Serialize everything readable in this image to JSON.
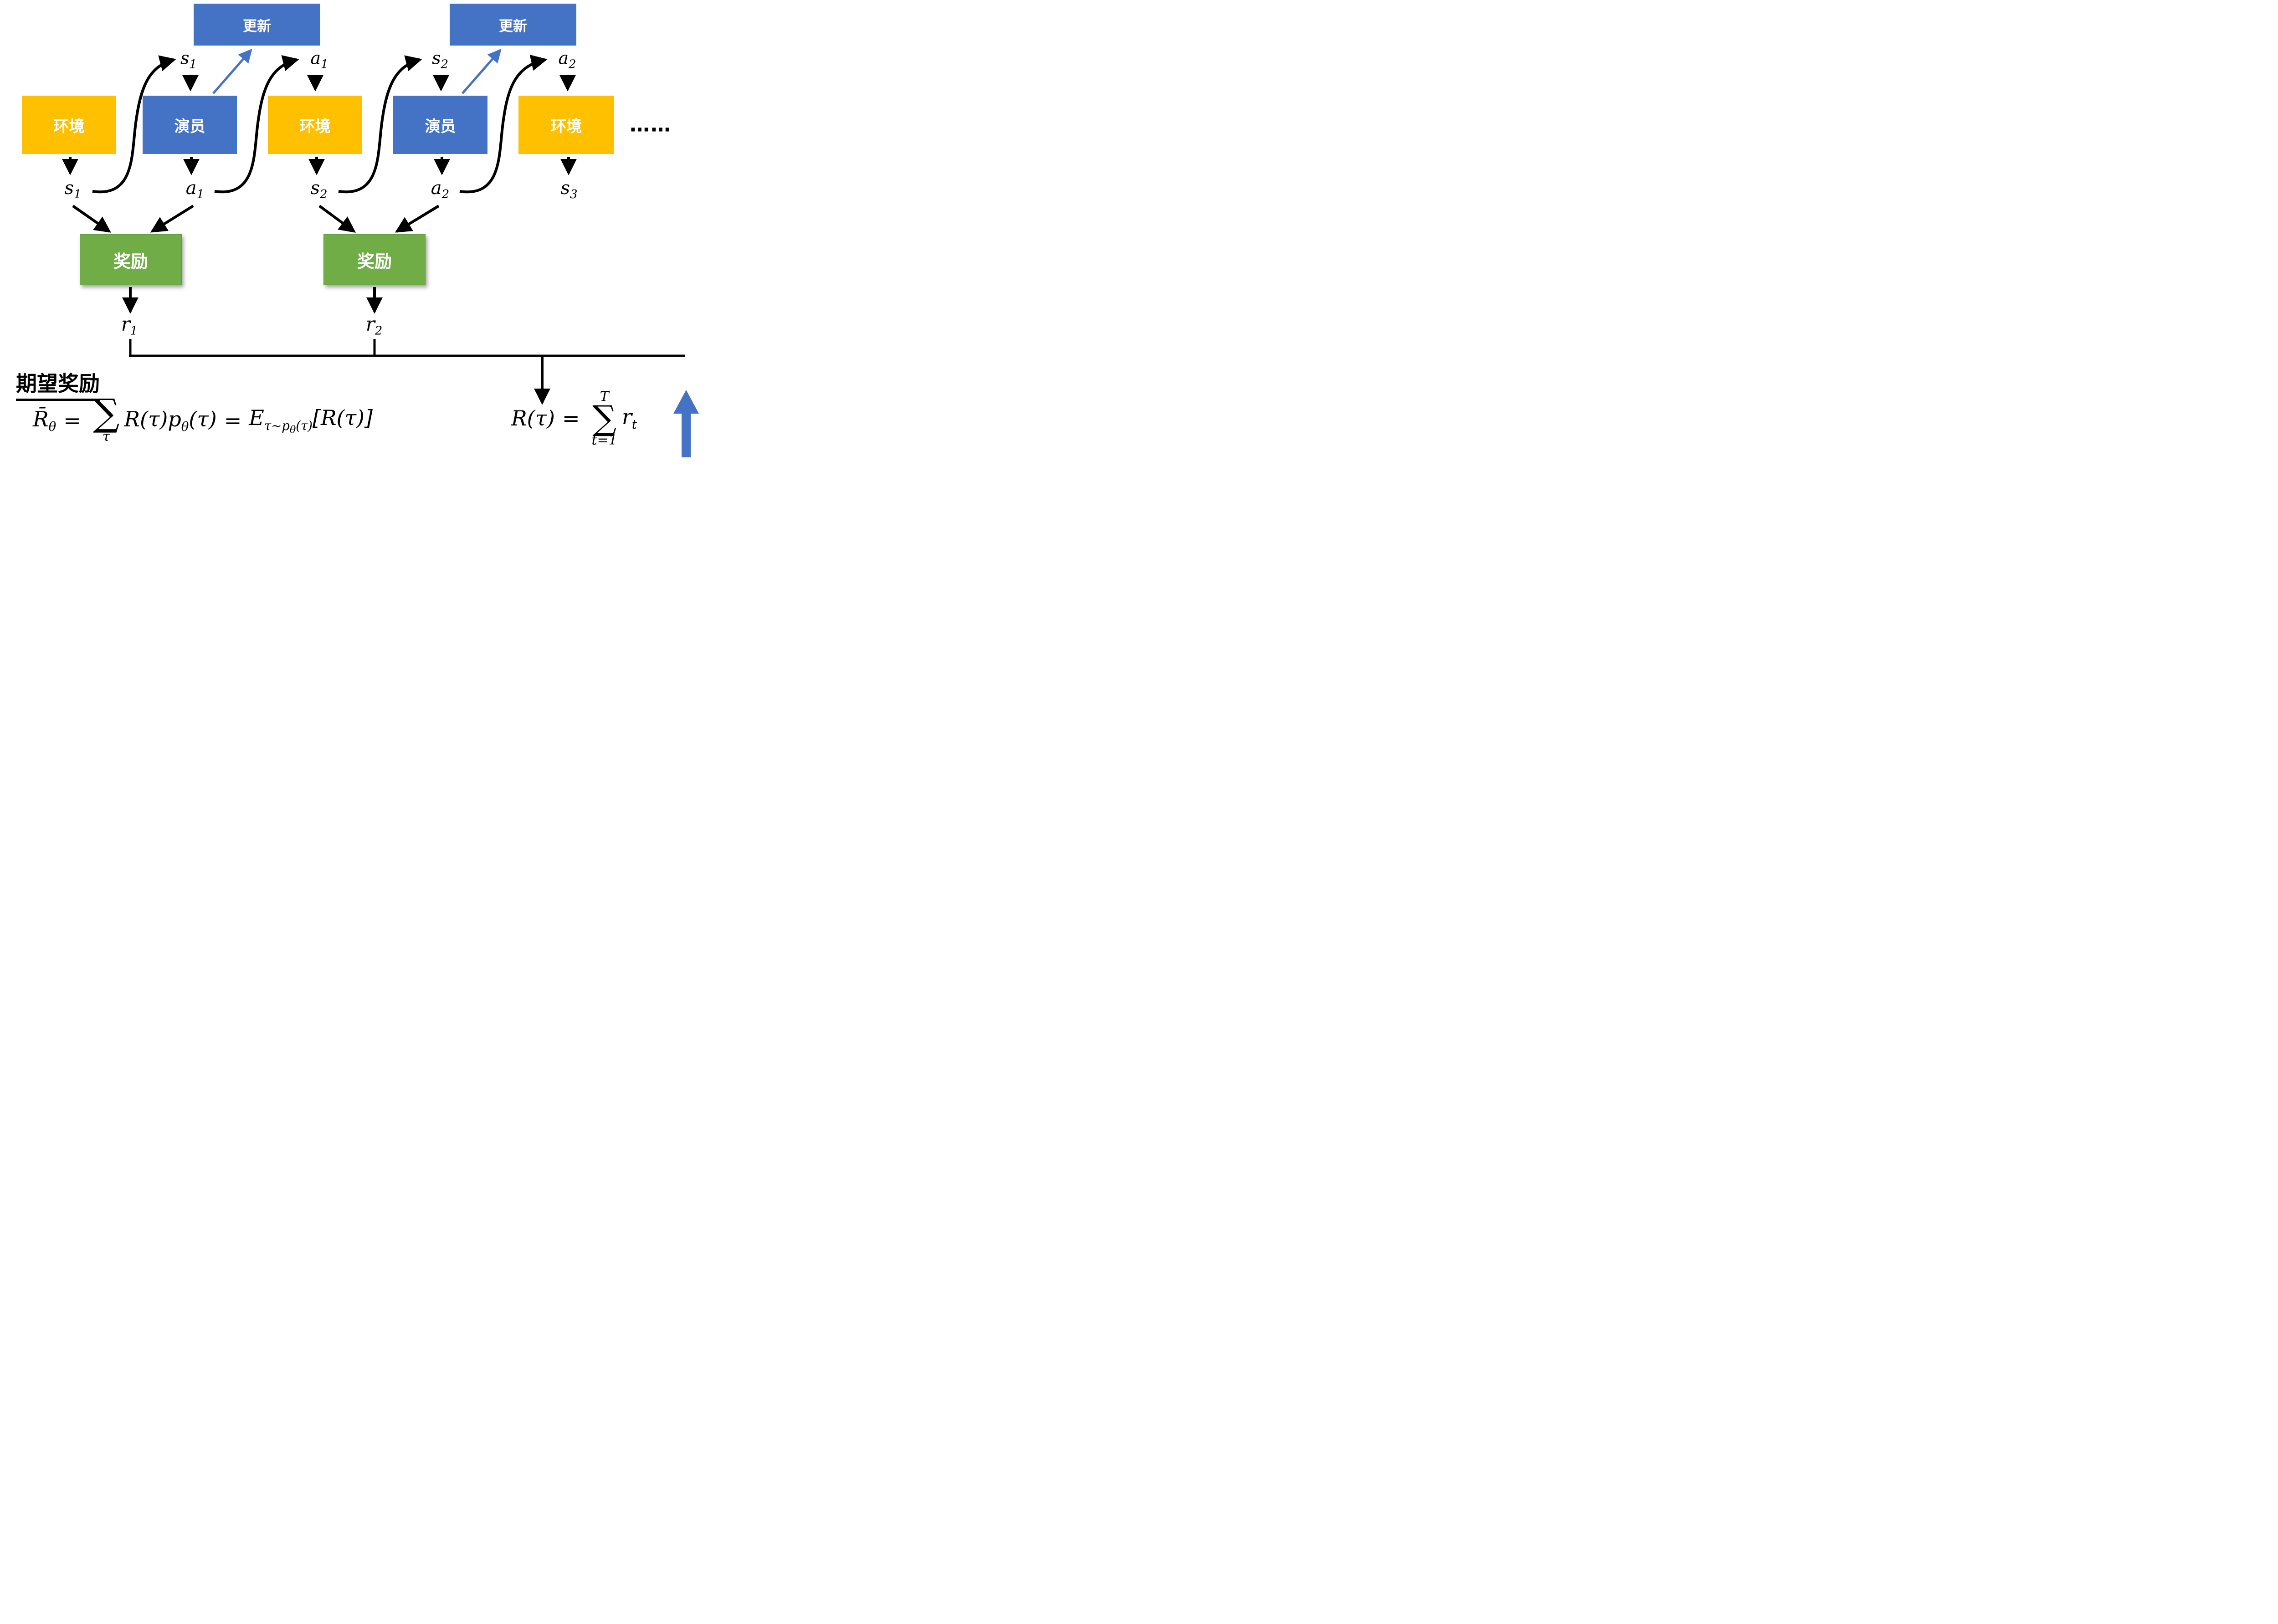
{
  "diagram": {
    "update_boxes": [
      {
        "label": "更新"
      },
      {
        "label": "更新"
      }
    ],
    "main_boxes": [
      {
        "label": "环境"
      },
      {
        "label": "演员"
      },
      {
        "label": "环境"
      },
      {
        "label": "演员"
      },
      {
        "label": "环境"
      }
    ],
    "ellipsis": "……",
    "top_labels": [
      {
        "base": "s",
        "sub": "1"
      },
      {
        "base": "a",
        "sub": "1"
      },
      {
        "base": "s",
        "sub": "2"
      },
      {
        "base": "a",
        "sub": "2"
      }
    ],
    "bottom_labels": [
      {
        "base": "s",
        "sub": "1"
      },
      {
        "base": "a",
        "sub": "1"
      },
      {
        "base": "s",
        "sub": "2"
      },
      {
        "base": "a",
        "sub": "2"
      },
      {
        "base": "s",
        "sub": "3"
      }
    ],
    "reward_boxes": [
      {
        "label": "奖励"
      },
      {
        "label": "奖励"
      }
    ],
    "reward_outputs": [
      {
        "base": "r",
        "sub": "1"
      },
      {
        "base": "r",
        "sub": "2"
      }
    ]
  },
  "formulas": {
    "heading": "期望奖励",
    "expected": {
      "lhs_base": "R̄",
      "lhs_sub": "θ",
      "eq1": "=",
      "sum_symbol": "∑",
      "sum_below": "τ",
      "term1": "R(τ)p",
      "term1_sub": "θ",
      "term1_tail": "(τ)",
      "eq2": "=",
      "e_base": "E",
      "e_sub_head": "τ∼p",
      "e_sub_sub": "θ",
      "e_sub_tail": "(τ)",
      "e_tail": "[R(τ)]"
    },
    "trajectory_return": {
      "lhs": "R(τ)",
      "eq": "=",
      "sum_upper": "T",
      "sum_symbol": "∑",
      "sum_lower": "t=1",
      "term_base": "r",
      "term_sub": "t"
    }
  },
  "colors": {
    "env_box": "#FFC000",
    "actor_box": "#4472C4",
    "update_box": "#4472C4",
    "reward_box": "#70AD47",
    "arrow": "#000000",
    "update_arrow": "#4472C4"
  }
}
